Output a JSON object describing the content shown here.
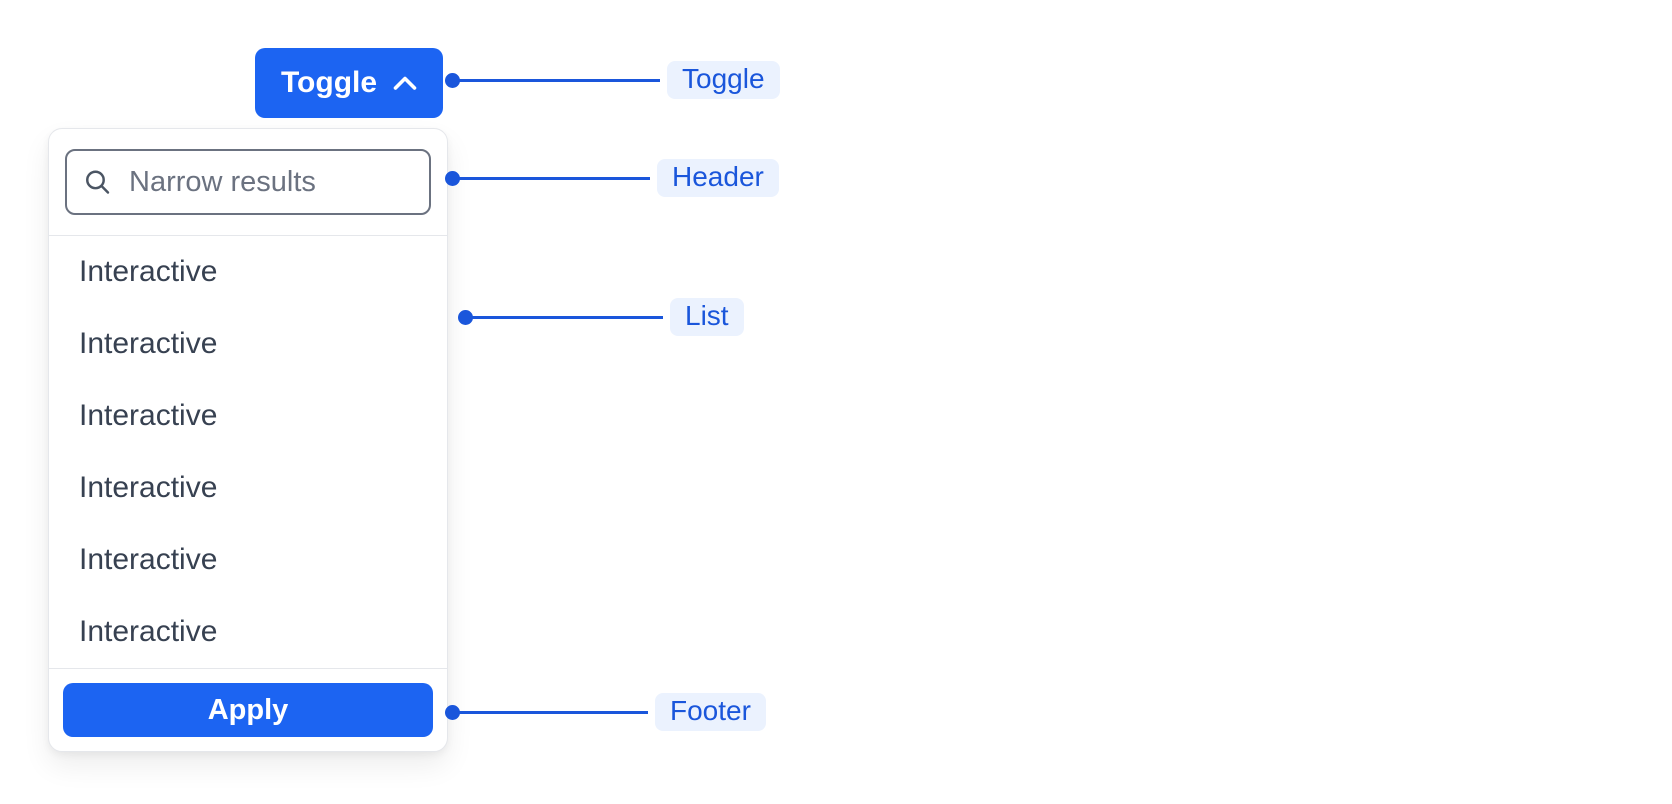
{
  "toggle_button": {
    "label": "Toggle",
    "icon": "chevron-up-icon"
  },
  "dropdown": {
    "header": {
      "search_placeholder": "Narrow results",
      "icon": "search-icon"
    },
    "list": {
      "items": [
        "Interactive",
        "Interactive",
        "Interactive",
        "Interactive",
        "Interactive",
        "Interactive"
      ]
    },
    "footer": {
      "apply_label": "Apply"
    }
  },
  "annotations": {
    "toggle": "Toggle",
    "header": "Header",
    "list": "List",
    "footer": "Footer"
  },
  "colors": {
    "primary_blue": "#1C64F2",
    "annotation_blue": "#1A56DB",
    "annotation_pill_bg": "#EBF2FE",
    "panel_border": "#E5E7EB",
    "input_border": "#6B7280",
    "placeholder_text": "#6B7280",
    "list_text": "#374151",
    "button_text": "#FFFFFF"
  }
}
